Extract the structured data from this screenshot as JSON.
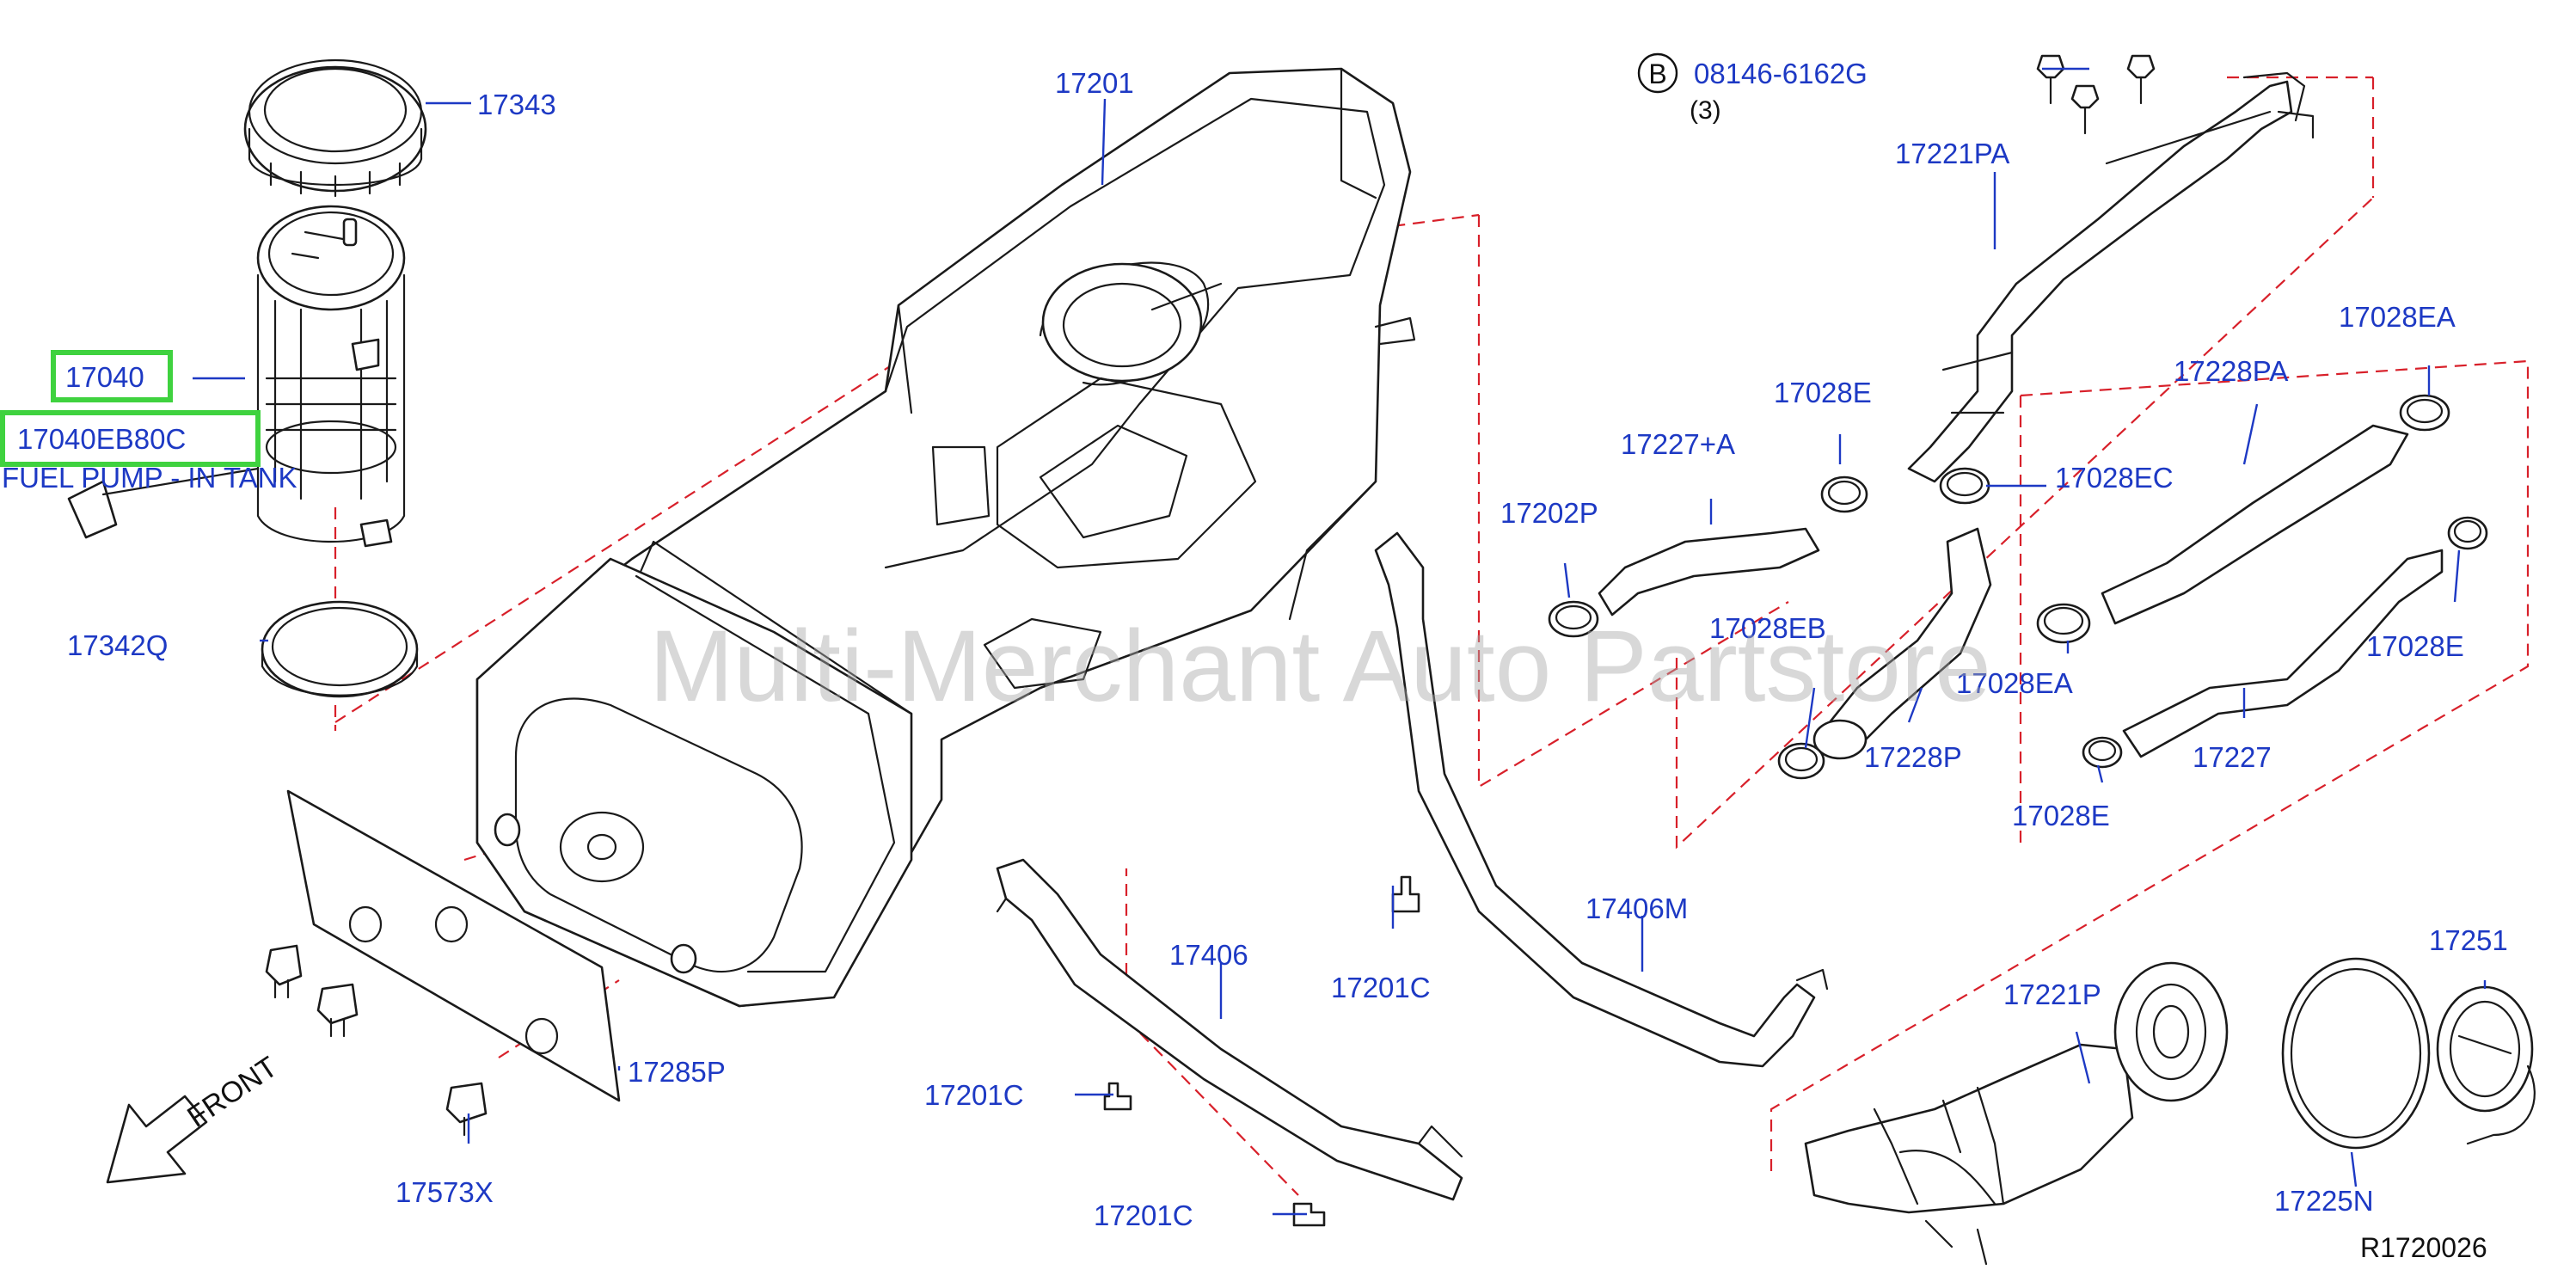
{
  "diagram": {
    "watermark": "Multi-Merchant Auto Partstore",
    "ref_code": "R1720026",
    "front_label": "FRONT",
    "bolt_group": {
      "badge": "B",
      "part_no": "08146-6162G",
      "qty": "(3)"
    },
    "highlight_labels": {
      "assembly": "17040",
      "pump": "17040EB80C",
      "pump_desc": "FUEL PUMP - IN TANK"
    },
    "labels": {
      "l17343": "17343",
      "l17201": "17201",
      "l17342q": "17342Q",
      "l17285p": "17285P",
      "l17573x": "17573X",
      "l17406": "17406",
      "l17201c_a": "17201C",
      "l17201c_b": "17201C",
      "l17201c_c": "17201C",
      "l17406m": "17406M",
      "l17221pa": "17221PA",
      "l17028e_a": "17028E",
      "l17227a": "17227+A",
      "l17202p": "17202P",
      "l17028ec": "17028EC",
      "l17028eb": "17028EB",
      "l17228p": "17228P",
      "l17028ea_a": "17028EA",
      "l17228pa": "17228PA",
      "l17028ea_b": "17028EA",
      "l17028e_b": "17028E",
      "l17227": "17227",
      "l17028e_c": "17028E",
      "l17221p": "17221P",
      "l17225n": "17225N",
      "l17251": "17251"
    }
  }
}
